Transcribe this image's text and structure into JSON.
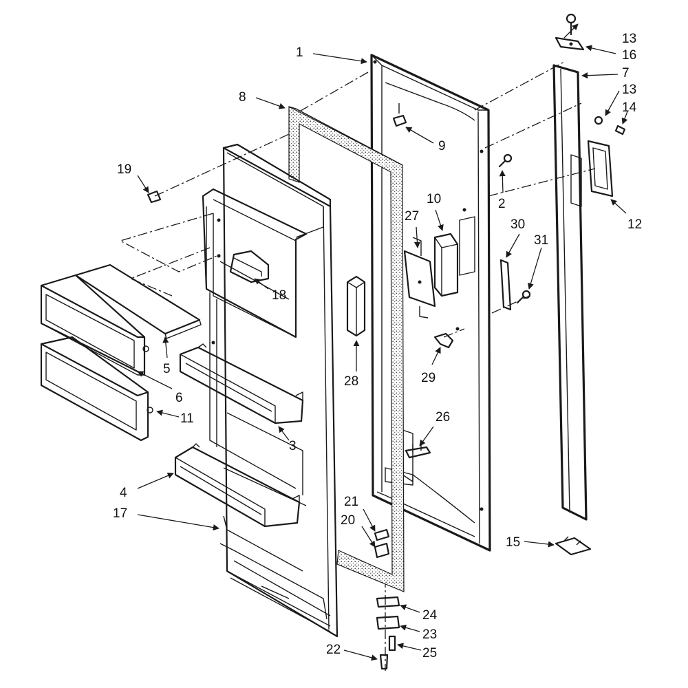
{
  "callouts": {
    "c1": "1",
    "c2": "2",
    "c3": "3",
    "c4": "4",
    "c5": "5",
    "c6": "6",
    "c7": "7",
    "c8": "8",
    "c9": "9",
    "c10": "10",
    "c11": "11",
    "c12": "12",
    "c13a": "13",
    "c13b": "13",
    "c14": "14",
    "c15": "15",
    "c16": "16",
    "c17": "17",
    "c18": "18",
    "c19": "19",
    "c20": "20",
    "c21": "21",
    "c22": "22",
    "c23": "23",
    "c24": "24",
    "c25": "25",
    "c26": "26",
    "c27": "27",
    "c28": "28",
    "c29": "29",
    "c30": "30",
    "c31": "31"
  },
  "colors": {
    "line": "#1a1a1a",
    "background": "#ffffff"
  }
}
